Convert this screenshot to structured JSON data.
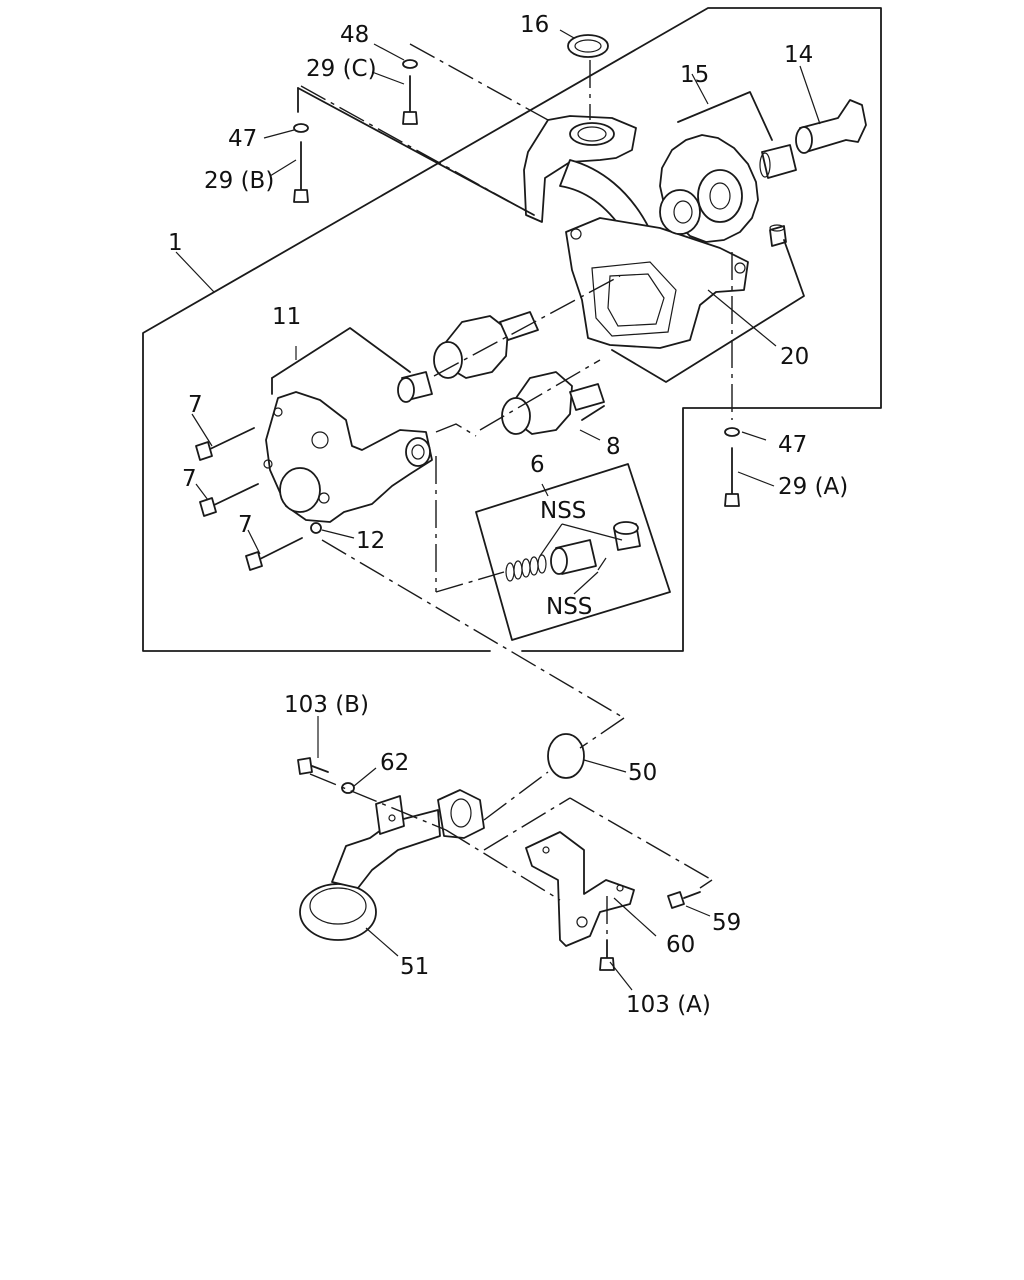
{
  "labels": {
    "p1": "1",
    "p6": "6",
    "p7a": "7",
    "p7b": "7",
    "p7c": "7",
    "p8": "8",
    "p11": "11",
    "p12": "12",
    "p14": "14",
    "p15": "15",
    "p16": "16",
    "p20": "20",
    "p29a": "29 (A)",
    "p29b": "29 (B)",
    "p29c": "29 (C)",
    "p47a": "47",
    "p47b": "47",
    "p48": "48",
    "p50": "50",
    "p51": "51",
    "p59": "59",
    "p60": "60",
    "p62": "62",
    "p103a": "103 (A)",
    "p103b": "103 (B)",
    "nss1": "NSS",
    "nss2": "NSS"
  }
}
